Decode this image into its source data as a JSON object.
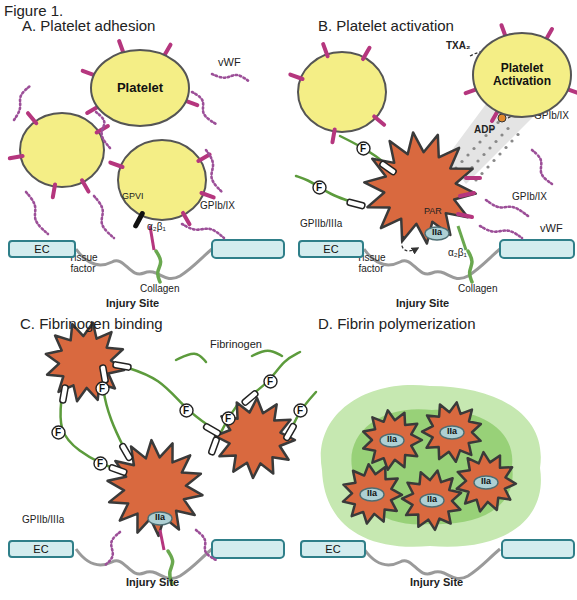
{
  "diagram": {
    "title": "Figure 1.",
    "nodes": [
      {
        "text": [
          "Platelet"
        ]
      },
      {
        "text": [
          "EC"
        ]
      },
      {
        "text": [
          "Platelet Activation"
        ]
      },
      {
        "text": [
          "F"
        ]
      },
      {
        "text": [
          "F"
        ]
      },
      {
        "text": [
          "IIa"
        ]
      },
      {
        "text": [
          "EC"
        ]
      },
      {
        "text": [
          "F"
        ]
      },
      {
        "text": [
          "F"
        ]
      },
      {
        "text": [
          "F"
        ]
      },
      {
        "text": [
          "F"
        ]
      },
      {
        "text": [
          "F"
        ]
      },
      {
        "text": [
          "F"
        ]
      },
      {
        "text": [
          "F"
        ]
      },
      {
        "text": [
          "IIa"
        ]
      },
      {
        "text": [
          "EC"
        ]
      },
      {
        "text": [
          "IIa"
        ]
      },
      {
        "text": [
          "IIa"
        ]
      },
      {
        "text": [
          "IIa"
        ]
      },
      {
        "text": [
          "IIa"
        ]
      },
      {
        "text": [
          "IIa"
        ]
      },
      {
        "text": [
          "EC"
        ]
      }
    ],
    "labels": [
      "A. Platelet adhesion",
      "vWF",
      "GPVI",
      "GPIb/IX",
      "α₂β₁",
      "Tissue factor",
      "Collagen",
      "Injury Site",
      "B. Platelet activation",
      "TXA₂",
      "ADP",
      "GPIb/IX",
      "GPIIb/IIIa",
      "PAR",
      "α₂β₁",
      "GPIb/IX",
      "vWF",
      "Tissue factor",
      "Collagen",
      "Injury Site",
      "C. Fibrinogen binding",
      "Fibrinogen",
      "GPIIb/IIIa",
      "Injury Site",
      "D. Fibrin polymerization",
      "Injury Site"
    ]
  }
}
